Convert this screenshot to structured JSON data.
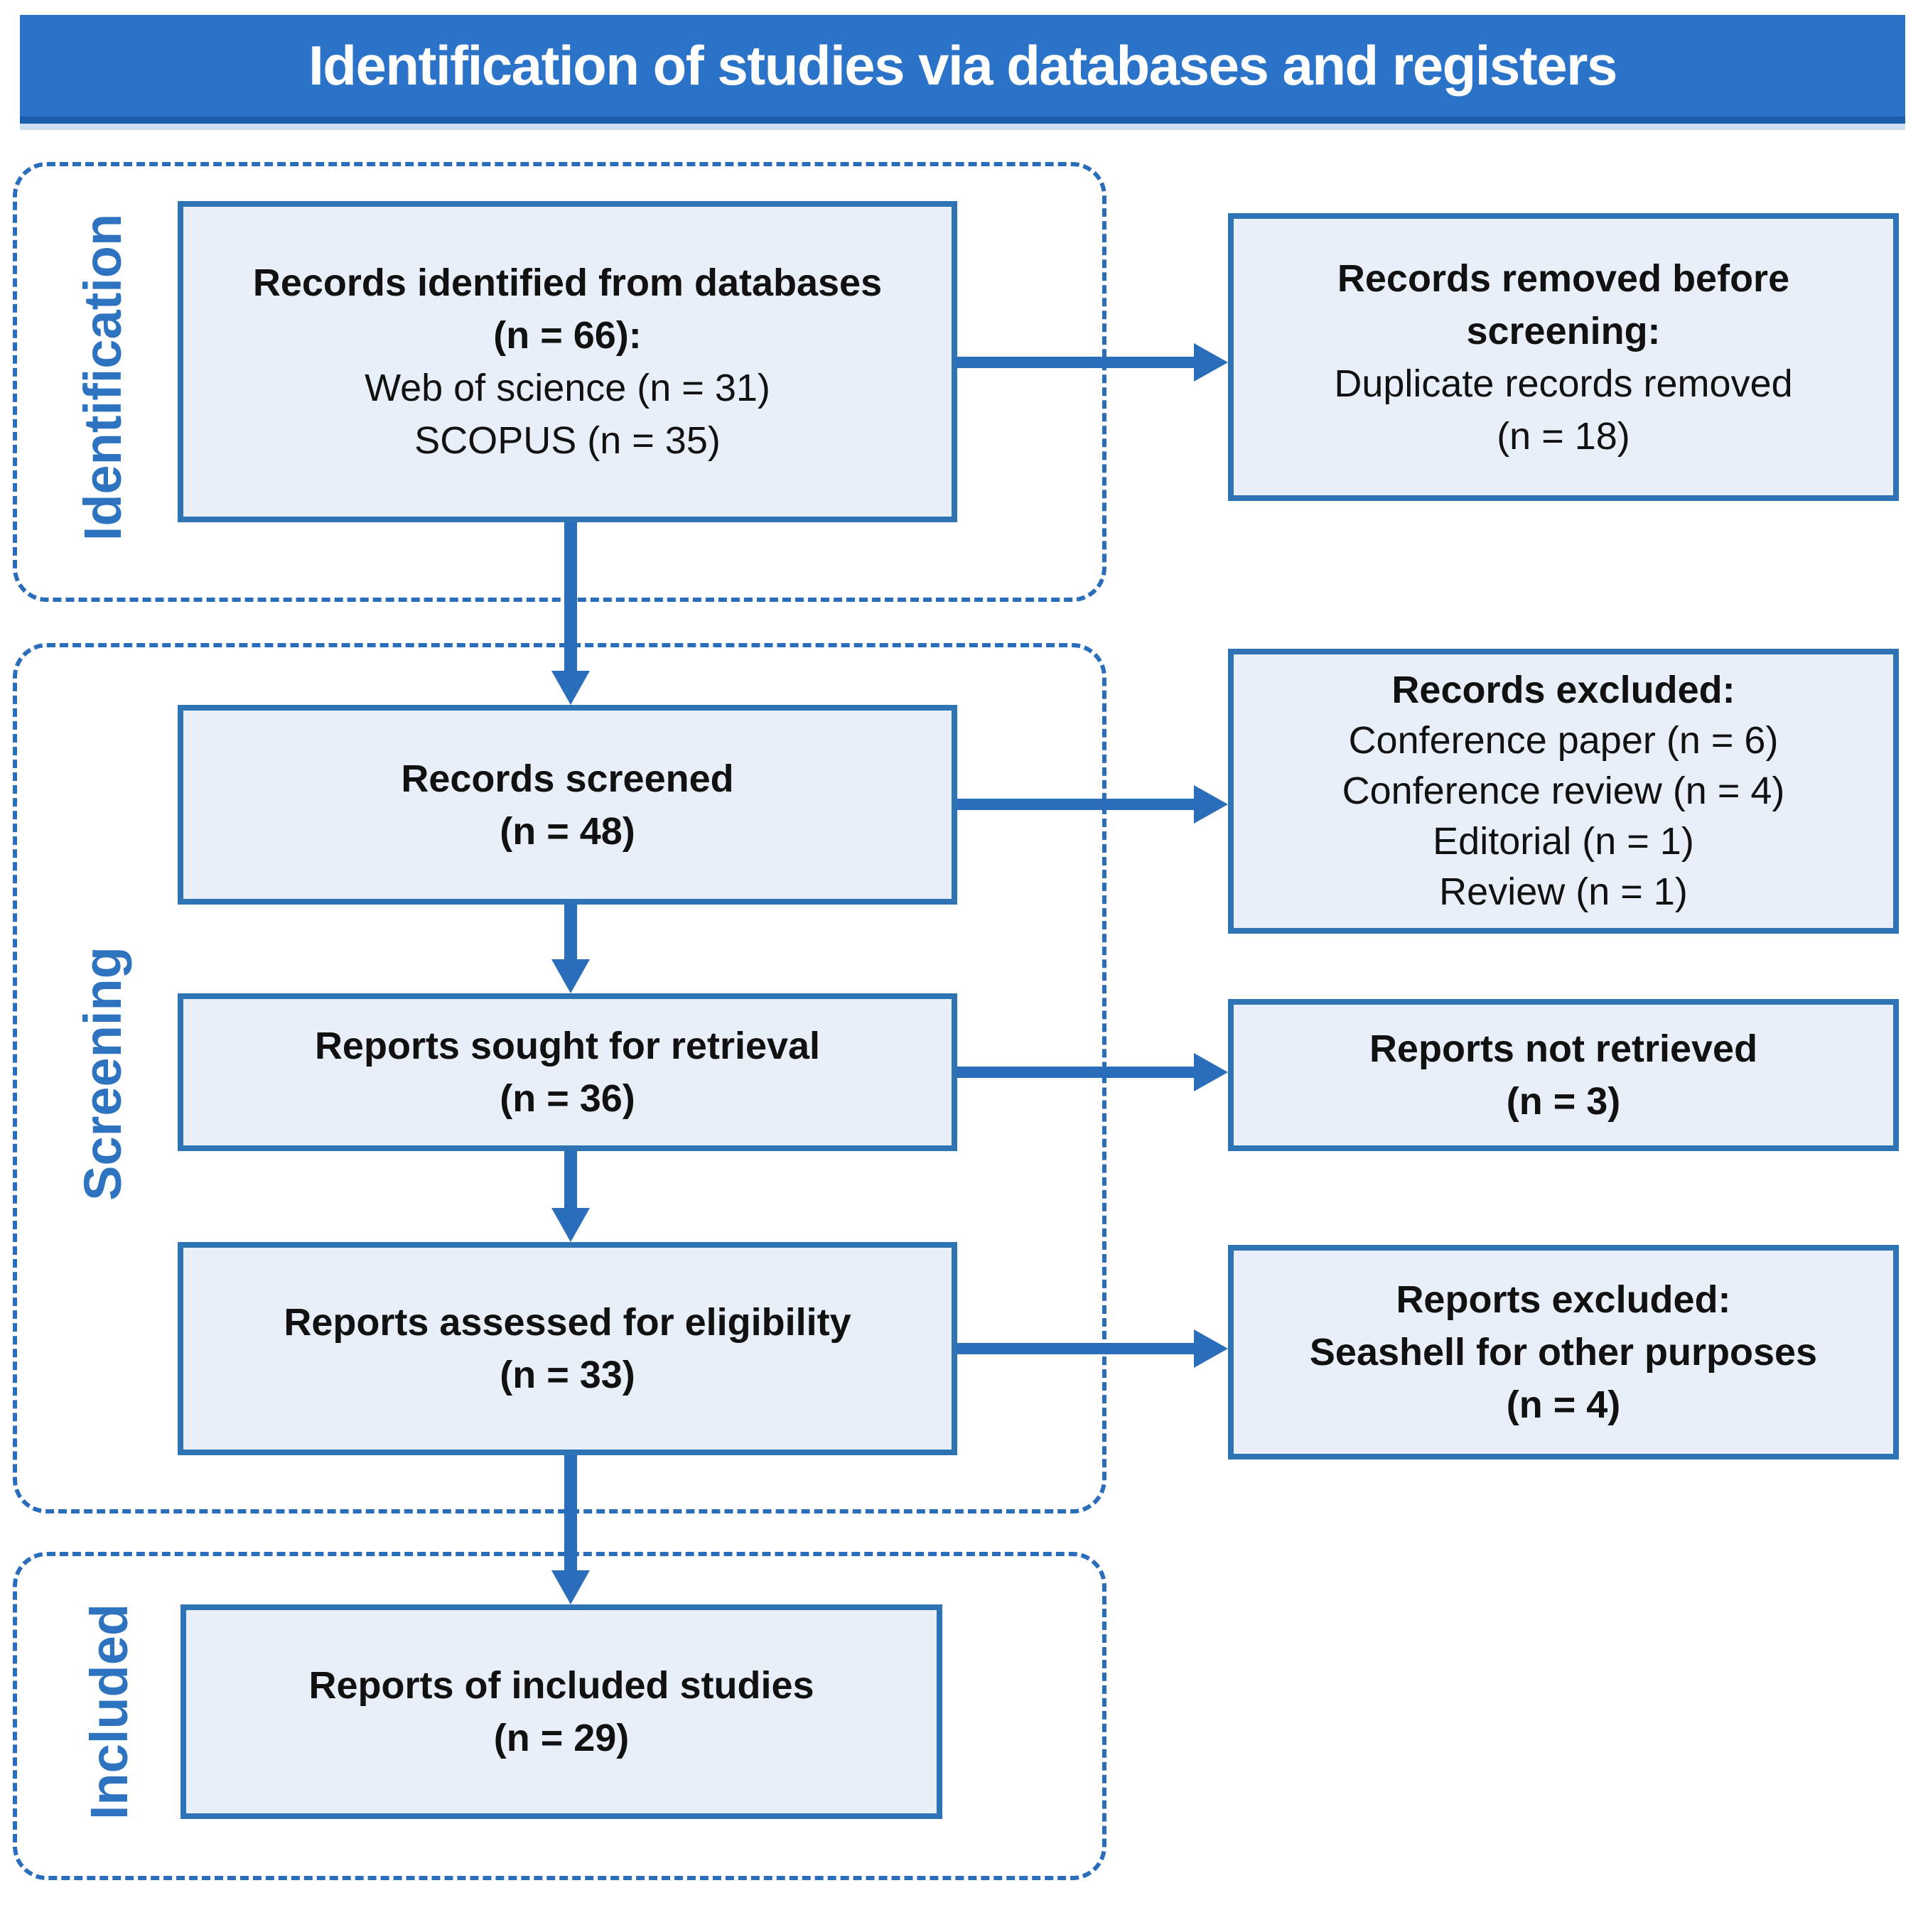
{
  "title": "Identification of studies via databases and registers",
  "colors": {
    "title_bar_bg": "#2B73C8",
    "title_text": "#FFFFFF",
    "primary_blue": "#2A6EBB",
    "box_fill": "#E9EFF8",
    "box_border": "#2E74B5",
    "section_label_text": "#2D73C0",
    "body_text": "#111111"
  },
  "sections": [
    {
      "label": "Identification"
    },
    {
      "label": "Screening"
    },
    {
      "label": "Included"
    }
  ],
  "boxes": {
    "records_identified": {
      "lines": [
        {
          "text": "Records identified from databases",
          "bold": true
        },
        {
          "text": "(n = 66):",
          "bold": true
        },
        {
          "text": "Web of science (n = 31)",
          "bold": false
        },
        {
          "text": "SCOPUS (n = 35)",
          "bold": false
        }
      ]
    },
    "records_removed": {
      "lines": [
        {
          "text": "Records removed before",
          "bold": true
        },
        {
          "text": "screening:",
          "bold": true
        },
        {
          "text": "Duplicate records removed",
          "bold": false
        },
        {
          "text": "(n = 18)",
          "bold": false
        }
      ]
    },
    "records_screened": {
      "lines": [
        {
          "text": "Records screened",
          "bold": true
        },
        {
          "text": "(n = 48)",
          "bold": true
        }
      ]
    },
    "records_excluded": {
      "lines": [
        {
          "text": "Records excluded:",
          "bold": true
        },
        {
          "text": "Conference paper (n = 6)",
          "bold": false
        },
        {
          "text": "Conference review (n = 4)",
          "bold": false
        },
        {
          "text": "Editorial (n = 1)",
          "bold": false
        },
        {
          "text": "Review (n = 1)",
          "bold": false
        }
      ]
    },
    "reports_sought": {
      "lines": [
        {
          "text": "Reports sought for retrieval",
          "bold": true
        },
        {
          "text": "(n = 36)",
          "bold": true
        }
      ]
    },
    "reports_not_retrieved": {
      "lines": [
        {
          "text": "Reports not retrieved",
          "bold": true
        },
        {
          "text": "(n = 3)",
          "bold": true
        }
      ]
    },
    "reports_assessed": {
      "lines": [
        {
          "text": "Reports assessed for eligibility",
          "bold": true
        },
        {
          "text": "(n = 33)",
          "bold": true
        }
      ]
    },
    "reports_excluded": {
      "lines": [
        {
          "text": "Reports excluded:",
          "bold": true
        },
        {
          "text": "Seashell for other purposes",
          "bold": true
        },
        {
          "text": "(n = 4)",
          "bold": true
        }
      ]
    },
    "reports_included": {
      "lines": [
        {
          "text": "Reports of included studies",
          "bold": true
        },
        {
          "text": "(n = 29)",
          "bold": true
        }
      ]
    }
  }
}
